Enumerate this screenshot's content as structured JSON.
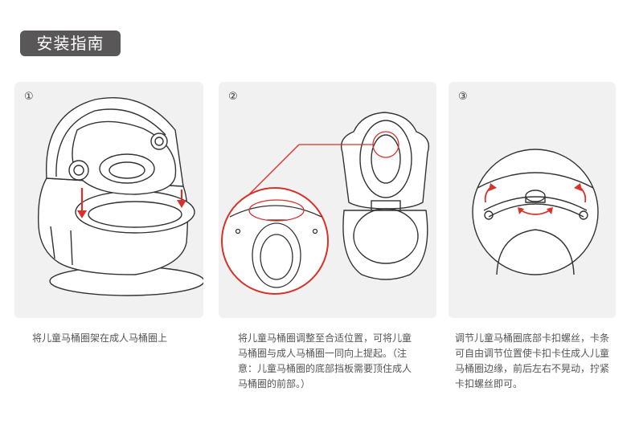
{
  "header": {
    "title": "安装指南"
  },
  "steps": [
    {
      "number": "①",
      "caption": "将儿童马桶圈架在成人马桶圈上"
    },
    {
      "number": "②",
      "caption": "将儿童马桶圈调整至合适位置，可将儿童马桶圈与成人马桶圈一同向上提起。（注意：儿童马桶圈的底部挡板需要顶住成人马桶圈的前部。）"
    },
    {
      "number": "③",
      "caption": "调节儿童马桶圈底部卡扣螺丝，卡条可自由调节位置使卡扣卡住成人儿童马桶圈边缘，前后左右不晃动，拧紧卡扣螺丝即可。"
    }
  ],
  "colors": {
    "badge": "#595757",
    "panel": "#f1f1f1",
    "accent": "#d7312a",
    "line": "#333333"
  }
}
